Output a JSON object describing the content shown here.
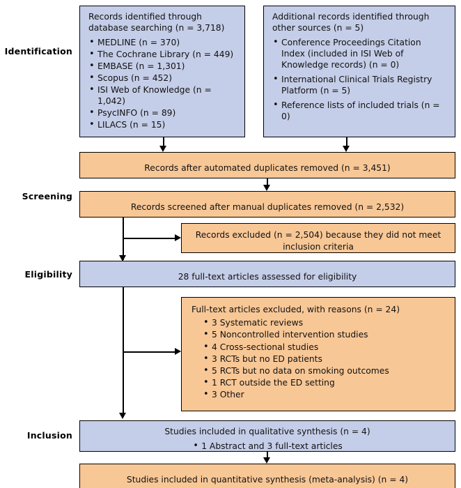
{
  "stages": [
    {
      "id": "identification",
      "label": "Identification"
    },
    {
      "id": "screening",
      "label": "Screening"
    },
    {
      "id": "eligibility",
      "label": "Eligibility"
    },
    {
      "id": "inclusion",
      "label": "Inclusion"
    }
  ],
  "colors": {
    "box_blue": "#c5cee8",
    "box_orange": "#f8c796",
    "border": "#000000",
    "text": "#111111",
    "background": "#ffffff"
  },
  "boxes": {
    "database_search": {
      "heading": "Records identified through database searching (n = 3,718)",
      "items": [
        "MEDLINE (n = 370)",
        "The Cochrane Library (n = 449)",
        "EMBASE (n = 1,301)",
        "Scopus (n = 452)",
        "ISI Web of Knowledge (n = 1,042)",
        "PsycINFO (n = 89)",
        "LILACS (n = 15)"
      ]
    },
    "other_sources": {
      "heading": "Additional records identified through other sources (n = 5)",
      "items": [
        "Conference Proceedings Citation Index (included in ISI Web of Knowledge records) (n = 0)",
        "International Clinical Trials Registry Platform (n = 5)",
        "Reference lists of included trials (n = 0)"
      ]
    },
    "auto_dedup": {
      "text": "Records after automated duplicates removed (n = 3,451)"
    },
    "screened": {
      "text": "Records screened after manual duplicates removed (n = 2,532)"
    },
    "records_excluded": {
      "text": "Records excluded (n = 2,504) because they did not meet inclusion criteria"
    },
    "fulltext_assessed": {
      "text": "28 full-text articles assessed for eligibility"
    },
    "fulltext_excluded": {
      "heading": "Full-text articles excluded, with reasons (n = 24)",
      "items": [
        "3 Systematic reviews",
        "5 Noncontrolled intervention studies",
        "4 Cross-sectional studies",
        "3 RCTs but no ED patients",
        "5 RCTs but no data on smoking outcomes",
        "1 RCT outside the ED setting",
        "3 Other"
      ]
    },
    "qualitative": {
      "heading": "Studies included in qualitative synthesis (n = 4)",
      "items": [
        "1 Abstract and 3 full-text articles"
      ]
    },
    "quantitative": {
      "text": "Studies included in quantitative synthesis (meta-analysis) (n = 4)"
    }
  }
}
